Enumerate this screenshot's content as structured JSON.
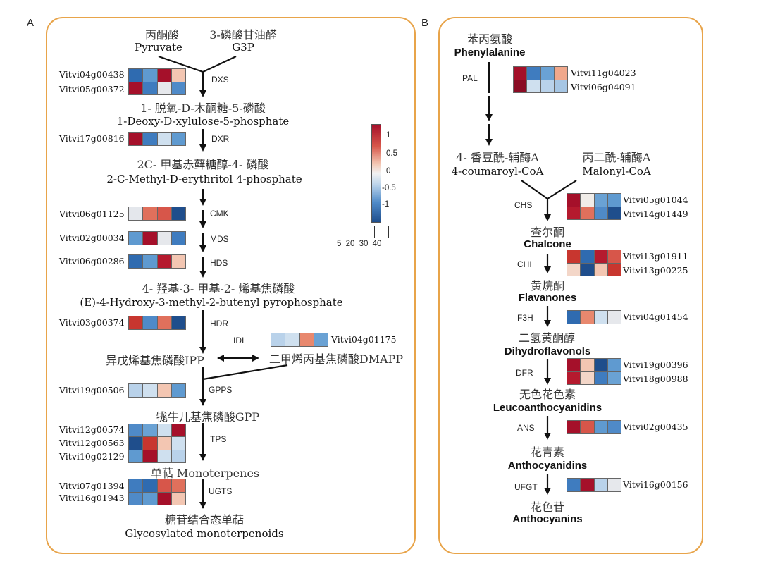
{
  "panelA": {
    "label": "A",
    "pyruvate_zh": "丙酮酸",
    "pyruvate_en": "Pyruvate",
    "g3p_zh": "3-磷酸甘油醛",
    "g3p_en": "G3P",
    "dxp_zh": "1- 脱氧-D-木酮糖-5-磷酸",
    "dxp_en": "1-Deoxy-D-xylulose-5-phosphate",
    "mep_zh": "2C- 甲基赤藓糖醇-4- 磷酸",
    "mep_en": "2-C-Methyl-D-erythritol 4-phosphate",
    "hmbpp_zh": "4- 羟基-3- 甲基-2- 烯基焦磷酸",
    "hmbpp_en": "(E)-4-Hydroxy-3-methyl-2-butenyl pyrophosphate",
    "ipp": "异戊烯基焦磷酸IPP",
    "dmapp": "二甲烯丙基焦磷酸DMAPP",
    "gpp": "牻牛儿基焦磷酸GPP",
    "mono": "单萜 Monoterpenes",
    "glyco_zh": "糖苷结合态单萜",
    "glyco_en": "Glycosylated monoterpenoids",
    "enzymes": {
      "DXS": "DXS",
      "DXR": "DXR",
      "CMK": "CMK",
      "MDS": "MDS",
      "HDS": "HDS",
      "HDR": "HDR",
      "IDI": "IDI",
      "GPPS": "GPPS",
      "TPS": "TPS",
      "UGTS": "UGTS"
    },
    "genes": {
      "g1": "Vitvi04g00438",
      "g2": "Vitvi05g00372",
      "g3": "Vitvi17g00816",
      "g4": "Vitvi06g01125",
      "g5": "Vitvi02g00034",
      "g6": "Vitvi06g00286",
      "g7": "Vitvi03g00374",
      "g8": "Vitvi04g01175",
      "g9": "Vitvi19g00506",
      "g10": "Vitvi12g00574",
      "g11": "Vitvi12g00563",
      "g12": "Vitvi10g02129",
      "g13": "Vitvi07g01394",
      "g14": "Vitvi16g01943"
    }
  },
  "legend": {
    "ticks": [
      "1",
      "0.5",
      "0",
      "-0.5",
      "-1"
    ],
    "size_labels": "5 20 30 40",
    "colors": {
      "high": "#a5102a",
      "mid": "#f2f2f2",
      "low": "#1f4e8c"
    }
  },
  "panelB": {
    "label": "B",
    "phe_zh": "苯丙氨酸",
    "phe_en": "Phenylalanine",
    "coum_zh": "4- 香豆酰-辅酶A",
    "coum_en": "4-coumaroyl-CoA",
    "mal_zh": "丙二酰-辅酶A",
    "mal_en": "Malonyl-CoA",
    "chal_zh": "查尔酮",
    "chal_en": "Chalcone",
    "flav_zh": "黄烷酮",
    "flav_en": "Flavanones",
    "dhf_zh": "二氢黄酮醇",
    "dhf_en": "Dihydroflavonols",
    "leuco_zh": "无色花色素",
    "leuco_en": "Leucoanthocyanidins",
    "antd_zh": "花青素",
    "antd_en": "Anthocyanidins",
    "anty_zh": "花色苷",
    "anty_en": "Anthocyanins",
    "enzymes": {
      "PAL": "PAL",
      "CHS": "CHS",
      "CHI": "CHI",
      "F3H": "F3H",
      "DFR": "DFR",
      "ANS": "ANS",
      "UFGT": "UFGT"
    },
    "genes": {
      "b1": "Vitvi11g04023",
      "b2": "Vitvi06g04091",
      "b3": "Vitvi05g01044",
      "b4": "Vitvi14g01449",
      "b5": "Vitvi13g01911",
      "b6": "Vitvi13g00225",
      "b7": "Vitvi04g01454",
      "b8": "Vitvi19g00396",
      "b9": "Vitvi18g00988",
      "b10": "Vitvi02g00435",
      "b11": "Vitvi16g00156"
    }
  },
  "heatmaps": {
    "A1": [
      [
        "#2f6bb0",
        "#5f9ad0",
        "#a5102a",
        "#f3c6b2"
      ],
      [
        "#a5102a",
        "#3f7cbf",
        "#e6e8ec",
        "#4f8ac8"
      ]
    ],
    "A2": [
      [
        "#a5102a",
        "#3f7cbf",
        "#cfe0ef",
        "#5f9ad0"
      ]
    ],
    "A3": [
      [
        "#e4e7ec",
        "#e0705c",
        "#d7564a",
        "#1f4e8c"
      ]
    ],
    "A4": [
      [
        "#5f9ad0",
        "#a5102a",
        "#e6e8ec",
        "#3f7cbf"
      ]
    ],
    "A5": [
      [
        "#2f6bb0",
        "#5f9ad0",
        "#b51a2e",
        "#f3c6b2"
      ]
    ],
    "A6": [
      [
        "#c8362f",
        "#4f8ac8",
        "#e0705c",
        "#1f4e8c"
      ]
    ],
    "A7": [
      [
        "#b9d2ea",
        "#cfe0ef",
        "#e8886e",
        "#6aa2d4"
      ]
    ],
    "A8": [
      [
        "#b9d2ea",
        "#cfe0ef",
        "#f3c6b2",
        "#5f9ad0"
      ]
    ],
    "A9": [
      [
        "#4f8ac8",
        "#6aa2d4",
        "#cfe0ef",
        "#a5102a"
      ],
      [
        "#1f4e8c",
        "#c8362f",
        "#f3c6b2",
        "#cfe0ef"
      ],
      [
        "#5f9ad0",
        "#a5102a",
        "#cfe0ef",
        "#b9d2ea"
      ]
    ],
    "A10": [
      [
        "#3f7cbf",
        "#2f6bb0",
        "#d7564a",
        "#e0705c"
      ],
      [
        "#4f8ac8",
        "#5f9ad0",
        "#a5102a",
        "#f3c6b2"
      ]
    ],
    "B1": [
      [
        "#a5102a",
        "#3f7cbf",
        "#6aa2d4",
        "#f0a88c"
      ],
      [
        "#8a0c24",
        "#cfe0ef",
        "#b9d2ea",
        "#a6c6e4"
      ]
    ],
    "B2": [
      [
        "#a5102a",
        "#f0ece8",
        "#6aa2d4",
        "#5f9ad0"
      ],
      [
        "#b51a2e",
        "#e0705c",
        "#4f8ac8",
        "#1f4e8c"
      ]
    ],
    "B3": [
      [
        "#c8362f",
        "#2f6bb0",
        "#b51a2e",
        "#d7564a"
      ],
      [
        "#f3d6c8",
        "#1f4e8c",
        "#f3c6b2",
        "#c8362f"
      ]
    ],
    "B4": [
      [
        "#2f6bb0",
        "#e8886e",
        "#cfe0ef",
        "#e6e8ec"
      ]
    ],
    "B5": [
      [
        "#a5102a",
        "#f3c6b2",
        "#1f4e8c",
        "#5f9ad0"
      ],
      [
        "#b51a2e",
        "#f3d6c8",
        "#3f7cbf",
        "#6aa2d4"
      ]
    ],
    "B6": [
      [
        "#a5102a",
        "#d7564a",
        "#5f9ad0",
        "#4f8ac8"
      ]
    ],
    "B7": [
      [
        "#3f7cbf",
        "#a5102a",
        "#b9d2ea",
        "#e6e8ec"
      ]
    ]
  }
}
